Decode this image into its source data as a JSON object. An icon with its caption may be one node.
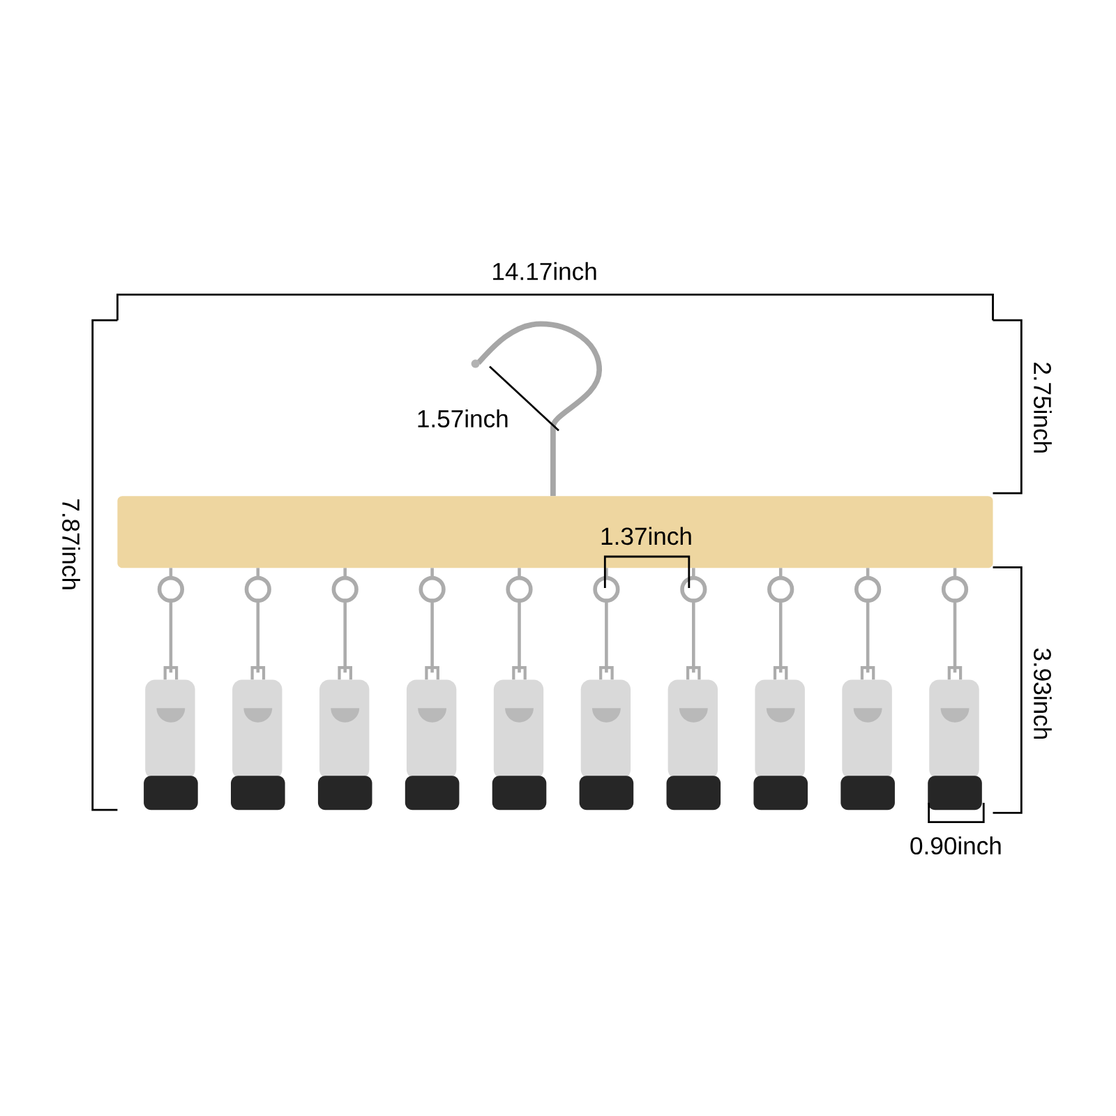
{
  "diagram": {
    "labels": [
      "14.17inch",
      "2.75inch",
      "1.57inch",
      "1.37inch",
      "7.87inch",
      "3.93inch",
      "0.90inch"
    ]
  }
}
